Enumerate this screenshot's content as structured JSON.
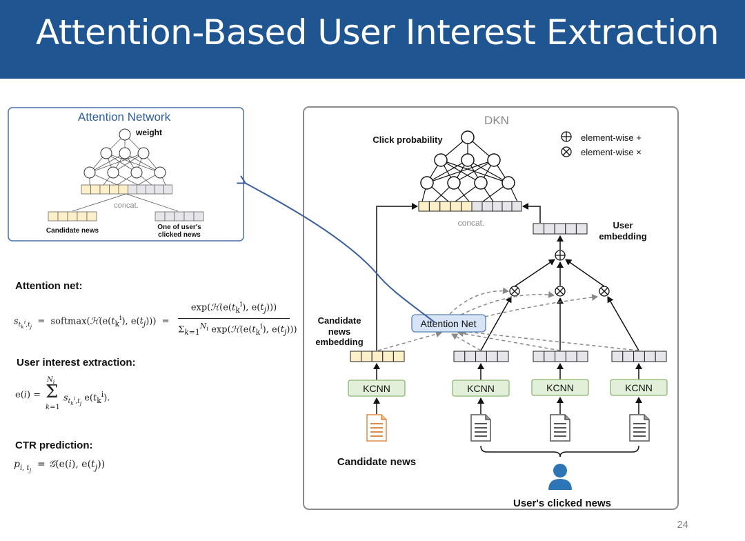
{
  "slide": {
    "title": "Attention-Based User Interest Extraction",
    "page_number": "24"
  },
  "attention_network": {
    "title": "Attention Network",
    "weight_label": "weight",
    "concat_label": "concat.",
    "candidate_label": "Candidate news",
    "clicked_label_line1": "One of user's",
    "clicked_label_line2": "clicked news"
  },
  "dkn": {
    "title": "DKN",
    "click_probability": "Click probability",
    "legend_plus": "element-wise +",
    "legend_times": "element-wise ×",
    "concat_label": "concat.",
    "user_embedding_line1": "User",
    "user_embedding_line2": "embedding",
    "candidate_embedding_line1": "Candidate",
    "candidate_embedding_line2": "news",
    "candidate_embedding_line3": "embedding",
    "attention_net": "Attention Net",
    "kcnn": "KCNN",
    "candidate_news": "Candidate news",
    "users_clicked_news": "User's clicked news"
  },
  "equations": {
    "attention_label": "Attention net:",
    "interest_label": "User interest extraction:",
    "ctr_label": "CTR prediction:"
  },
  "colors": {
    "title_bar": "#1f5590",
    "candidate_cell": "#fdf0c8",
    "clicked_cell": "#e6e6ea",
    "kcnn_fill": "#e2f0d9",
    "kcnn_stroke": "#8cb56e",
    "attention_net_fill": "#d6e4f5",
    "arrow_blue": "#3a5f9c",
    "user_icon": "#2e75b6"
  }
}
